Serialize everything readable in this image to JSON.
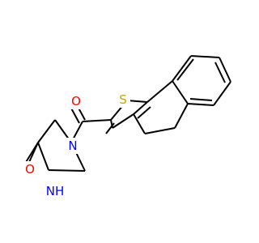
{
  "structure": {
    "atoms": [
      {
        "id": "S",
        "label": "S",
        "color": "#c8a400"
      },
      {
        "id": "O1",
        "label": "O",
        "color": "#ff0000"
      },
      {
        "id": "N1",
        "label": "N",
        "color": "#0000ff"
      },
      {
        "id": "O2",
        "label": "O",
        "color": "#ff0000"
      },
      {
        "id": "N2",
        "label": "NH",
        "color": "#0000ff"
      }
    ]
  }
}
